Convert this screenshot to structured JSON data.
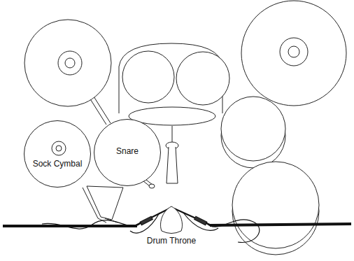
{
  "diagram": {
    "nodes": [
      {
        "text": [
          "Sock Cymbal"
        ]
      },
      {
        "text": [
          "Snare"
        ]
      },
      {
        "text": [
          "Drum Throne"
        ]
      }
    ],
    "edges": []
  }
}
